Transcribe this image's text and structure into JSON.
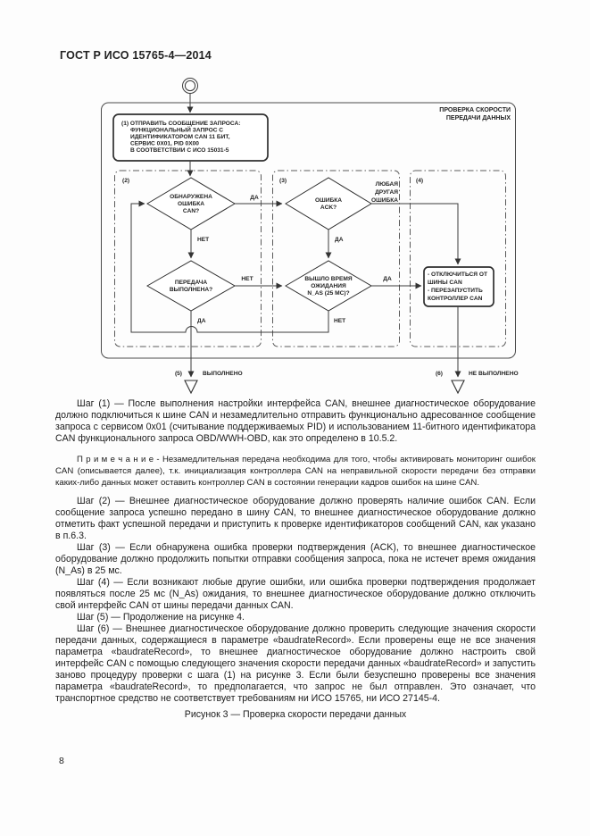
{
  "page": {
    "header": "ГОСТ Р ИСО 15765-4—2014",
    "page_number": "8"
  },
  "flowchart": {
    "title": [
      "ПРОВЕРКА СКОРОСТИ",
      "ПЕРЕДАЧИ ДАННЫХ"
    ],
    "zones": {
      "z2": "(2)",
      "z3": "(3)",
      "z4": "(4)"
    },
    "box1_lines": [
      "(1) ОТПРАВИТЬ СООБЩЕНИЕ ЗАПРОСА:",
      "ФУНКЦИОНАЛЬНЫЙ ЗАПРОС С",
      "ИДЕНТИФИКАТОРОМ CAN 11 БИТ,",
      "СЕРВИС 0X01, PID 0X00",
      "В СООТВЕТСТВИИ С ИСО 15031-5"
    ],
    "diamond_can_error": [
      "ОБНАРУЖЕНА",
      "ОШИБКА",
      "CAN?"
    ],
    "diamond_transfer": [
      "ПЕРЕДАЧА",
      "ВЫПОЛНЕНА?"
    ],
    "diamond_ack": [
      "ОШИБКА",
      "ACK?"
    ],
    "diamond_timeout": [
      "ВЫШЛО ВРЕМЯ",
      "ОЖИДАНИЯ",
      "N_AS (25 МС)?"
    ],
    "box4_lines": [
      "- ОТКЛЮЧИТЬСЯ ОТ",
      "ШИНЫ CAN",
      "- ПЕРЕЗАПУСТИТЬ",
      "КОНТРОЛЛЕР CAN"
    ],
    "labels": {
      "yes": "ДА",
      "no": "НЕТ",
      "any_other_error": [
        "ЛЮБАЯ",
        "ДРУГАЯ",
        "ОШИБКА"
      ],
      "exit5_num": "(5)",
      "exit5_label": "ВЫПОЛНЕНО",
      "exit6_num": "(6)",
      "exit6_label": "НЕ ВЫПОЛНЕНО"
    }
  },
  "body": {
    "p1": "Шаг (1) — После выполнения настройки интерфейса CAN, внешнее диагностическое оборудование должно подключиться к шине CAN и незамедлительно отправить функционально адресованное сообщение запроса с сервисом 0x01 (считывание поддерживаемых PID) и использованием 11-битного идентификатора CAN функционального запроса OBD/WWH-OBD, как это определено в 10.5.2.",
    "note": "П р и м е ч а н и е - Незамедлительная передача необходима для того, чтобы активировать мониторинг ошибок CAN (описывается далее), т.к. инициализация контроллера CAN на неправильной скорости передачи без отправки каких-либо данных может оставить контроллер CAN в состоянии генерации кадров ошибок на шине CAN.",
    "p2": "Шаг (2) — Внешнее диагностическое оборудование должно проверять наличие ошибок CAN. Если сообщение запроса успешно передано в шину CAN, то внешнее диагностическое оборудование должно отметить факт успешной передачи и приступить к проверке идентификаторов сообщений CAN, как указано в п.6.3.",
    "p3": "Шаг (3) — Если обнаружена ошибка проверки подтверждения (ACK), то внешнее диагностическое оборудование должно продолжить попытки отправки сообщения запроса, пока не истечет время ожидания (N_As) в 25 мс.",
    "p4": "Шаг (4) — Если возникают любые другие ошибки, или ошибка проверки подтверждения продолжает появляться после 25 мс (N_As) ожидания, то внешнее диагностическое оборудование должно отключить свой интерфейс CAN от шины передачи данных CAN.",
    "p5": "Шаг (5) — Продолжение на рисунке 4.",
    "p6": "Шаг (6) — Внешнее диагностическое оборудование должно проверить следующие значения скорости передачи данных, содержащиеся в параметре «baudrateRecord». Если проверены еще не все значения параметра «baudrateRecord», то внешнее диагностическое оборудование должно настроить свой интерфейс CAN с помощью следующего значения скорости передачи данных «baudrateRecord» и запустить заново процедуру проверки с шага (1) на рисунке 3. Если были безуспешно проверены все значения параметра «baudrateRecord», то предполагается, что запрос не был отправлен. Это означает, что транспортное средство не соответствует требованиям ни ИСО 15765, ни ИСО 27145-4.",
    "caption": "Рисунок 3 — Проверка скорости передачи данных"
  }
}
